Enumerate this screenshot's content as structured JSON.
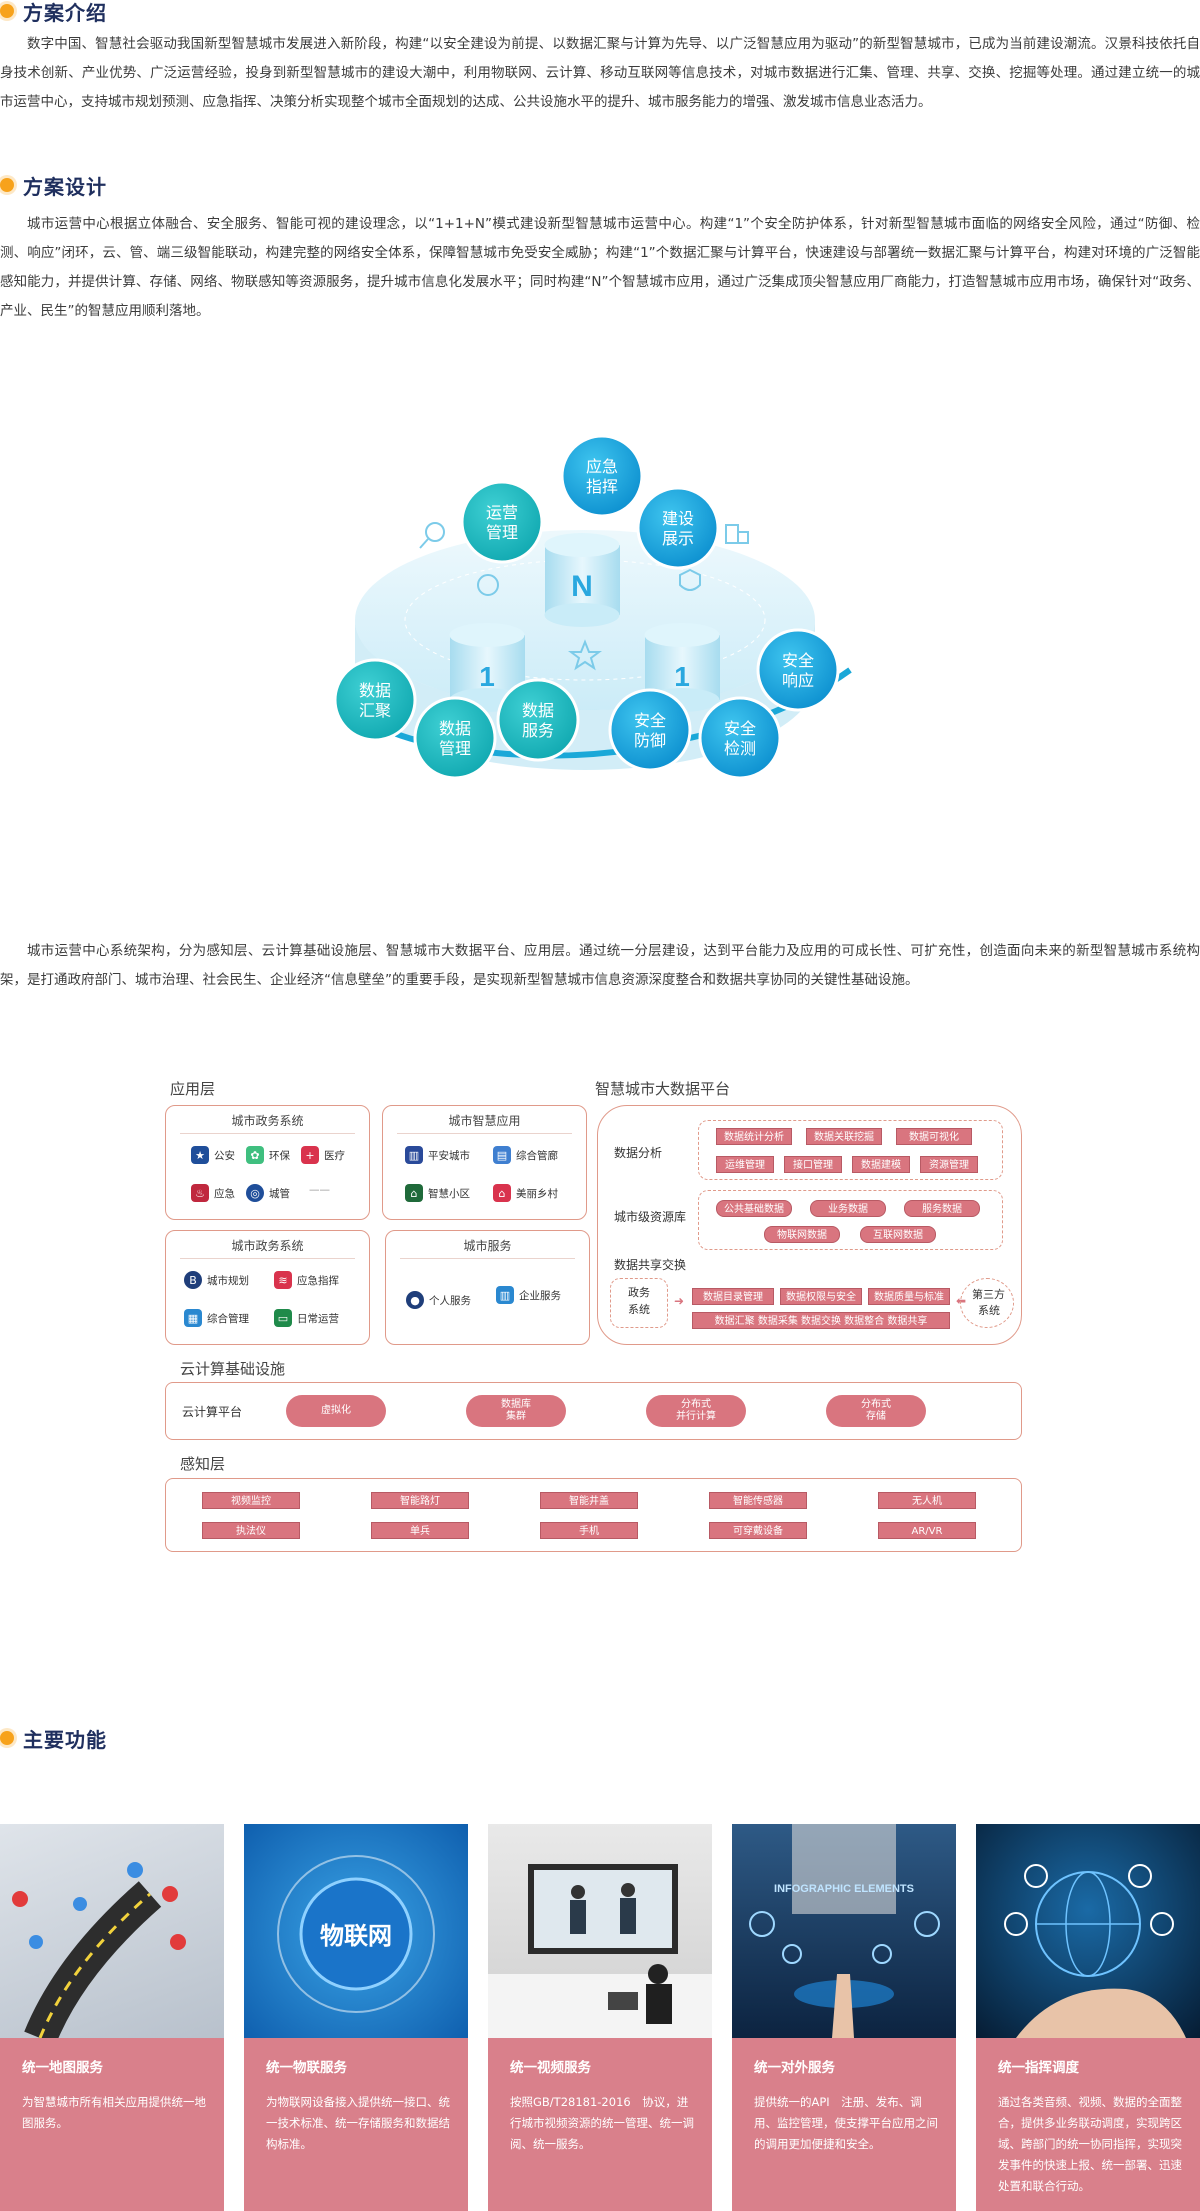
{
  "sections": {
    "intro_title": "方案介绍",
    "design_title": "方案设计",
    "functions_title": "主要功能"
  },
  "paragraphs": {
    "intro": "数字中国、智慧社会驱动我国新型智慧城市发展进入新阶段，构建“以安全建设为前提、以数据汇聚与计算为先导、以广泛智慧应用为驱动”的新型智慧城市，已成为当前建设潮流。汉景科技依托自身技术创新、产业优势、广泛运营经验，投身到新型智慧城市的建设大潮中，利用物联网、云计算、移动互联网等信息技术，对城市数据进行汇集、管理、共享、交换、挖掘等处理。通过建立统一的城市运营中心，支持城市规划预测、应急指挥、决策分析实现整个城市全面规划的达成、公共设施水平的提升、城市服务能力的增强、激发城市信息业态活力。",
    "design": "城市运营中心根据立体融合、安全服务、智能可视的建设理念，以“1+1+N”模式建设新型智慧城市运营中心。构建“1”个安全防护体系，针对新型智慧城市面临的网络安全风险，通过“防御、检测、响应”闭环，云、管、端三级智能联动，构建完整的网络安全体系，保障智慧城市免受安全威胁；构建“1”个数据汇聚与计算平台，快速建设与部署统一数据汇聚与计算平台，构建对环境的广泛智能感知能力，并提供计算、存储、网络、物联感知等资源服务，提升城市信息化发展水平；同时构建“N”个智慧城市应用，通过广泛集成顶尖智慧应用厂商能力，打造智慧城市应用市场，确保针对“政务、产业、民生”的智慧应用顺利落地。",
    "arch": "城市运营中心系统架构，分为感知层、云计算基础设施层、智慧城市大数据平台、应用层。通过统一分层建设，达到平台能力及应用的可成长性、可扩充性，创造面向未来的新型智慧城市系统构架，是打通政府部门、城市治理、社会民生、企业经济“信息壁垒”的重要手段，是实现新型智慧城市信息资源深度整合和数据共享协同的关键性基础设施。"
  },
  "diagram": {
    "bubbles": [
      {
        "label1": "应急",
        "label2": "指挥"
      },
      {
        "label1": "运营",
        "label2": "管理"
      },
      {
        "label1": "建设",
        "label2": "展示"
      },
      {
        "label1": "数据",
        "label2": "汇聚"
      },
      {
        "label1": "数据",
        "label2": "管理"
      },
      {
        "label1": "数据",
        "label2": "服务"
      },
      {
        "label1": "安全",
        "label2": "防御"
      },
      {
        "label1": "安全",
        "label2": "检测"
      },
      {
        "label1": "安全",
        "label2": "响应"
      }
    ],
    "cyl_n": "N",
    "cyl_left": "1",
    "cyl_right": "1"
  },
  "arch": {
    "app_layer": "应用层",
    "bigdata_title": "智慧城市大数据平台",
    "cloud_layer": "云计算基础设施",
    "sense_layer": "感知层",
    "box1": {
      "title": "城市政务系统",
      "items": [
        "公安",
        "环保",
        "医疗",
        "应急",
        "城管",
        "——"
      ]
    },
    "box2": {
      "title": "城市智慧应用",
      "items": [
        "平安城市",
        "综合管廊",
        "智慧小区",
        "美丽乡村"
      ]
    },
    "box3": {
      "title": "城市政务系统",
      "items": [
        "城市规划",
        "应急指挥",
        "综合管理",
        "日常运营"
      ]
    },
    "box4": {
      "title": "城市服务",
      "items": [
        "个人服务",
        "企业服务"
      ]
    },
    "bd": {
      "analysis": "数据分析",
      "analysis_tags": [
        "数据统计分析",
        "数据关联挖掘",
        "数据可视化",
        "运维管理",
        "接口管理",
        "数据建模",
        "资源管理"
      ],
      "resource": "城市级资源库",
      "resource_tags": [
        "公共基础数据",
        "业务数据",
        "服务数据",
        "物联网数据",
        "互联网数据"
      ],
      "exchange": "数据共享交换",
      "gov1": "政务",
      "gov2": "系统",
      "third1": "第三方",
      "third2": "系统",
      "exchange_tags": [
        "数据目录管理",
        "数据权限与安全",
        "数据质量与标准"
      ],
      "exchange_row2": "数据汇聚  数据采集  数据交换  数据整合  数据共享"
    },
    "cloud_platform": "云计算平台",
    "clouds": [
      {
        "l1": "虚拟化",
        "l2": ""
      },
      {
        "l1": "数据库",
        "l2": "集群"
      },
      {
        "l1": "分布式",
        "l2": "并行计算"
      },
      {
        "l1": "分布式",
        "l2": "存储"
      }
    ],
    "sense_tags": [
      "视频监控",
      "智能路灯",
      "智能井盖",
      "智能传感器",
      "无人机",
      "执法仪",
      "单兵",
      "手机",
      "可穿戴设备",
      "AR/VR"
    ]
  },
  "features": [
    {
      "title": "统一地图服务",
      "desc": "为智慧城市所有相关应用提供统一地图服务。"
    },
    {
      "title": "统一物联服务",
      "desc": "为物联网设备接入提供统一接口、统一技术标准、统一存储服务和数据结构标准。"
    },
    {
      "title": "统一视频服务",
      "desc": "按照GB/T28181-2016　协议，进行城市视频资源的统一管理、统一调阅、统一服务。"
    },
    {
      "title": "统一对外服务",
      "desc": "提供统一的API　注册、发布、调用、监控管理，使支撑平台应用之间的调用更加便捷和安全。"
    },
    {
      "title": "统一指挥调度",
      "desc": "通过各类音频、视频、数据的全面整合，提供多业务联动调度，实现跨区域、跨部门的统一协同指挥，实现突发事件的快速上报、统一部署、迅速处置和联合行动。"
    }
  ],
  "feature_img_texts": {
    "iot": "物联网",
    "infographic": "INFOGRAPHIC ELEMENTS"
  }
}
